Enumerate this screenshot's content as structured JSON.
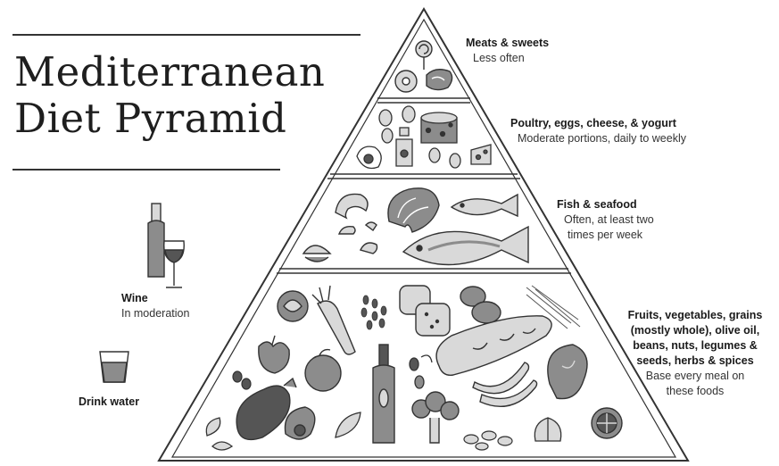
{
  "title": {
    "line1": "Mediterranean",
    "line2": "Diet Pyramid"
  },
  "tiers": [
    {
      "heading": "Meats & sweets",
      "detail": "Less often"
    },
    {
      "heading": "Poultry, eggs, cheese, & yogurt",
      "detail": "Moderate portions, daily to weekly"
    },
    {
      "heading": "Fish & seafood",
      "detail_lines": [
        "Often, at least two",
        "times per week"
      ]
    },
    {
      "heading_lines": [
        "Fruits, vegetables, grains",
        "(mostly whole), olive oil,",
        "beans, nuts, legumes &",
        "seeds, herbs & spices"
      ],
      "detail_lines": [
        "Base every meal on",
        "these foods"
      ]
    }
  ],
  "side": {
    "wine": {
      "heading": "Wine",
      "detail": "In moderation"
    },
    "water": {
      "heading": "Drink water"
    }
  },
  "colors": {
    "line": "#333333",
    "fill_light": "#d9d9d9",
    "fill_mid": "#8c8c8c",
    "fill_dark": "#555555"
  }
}
